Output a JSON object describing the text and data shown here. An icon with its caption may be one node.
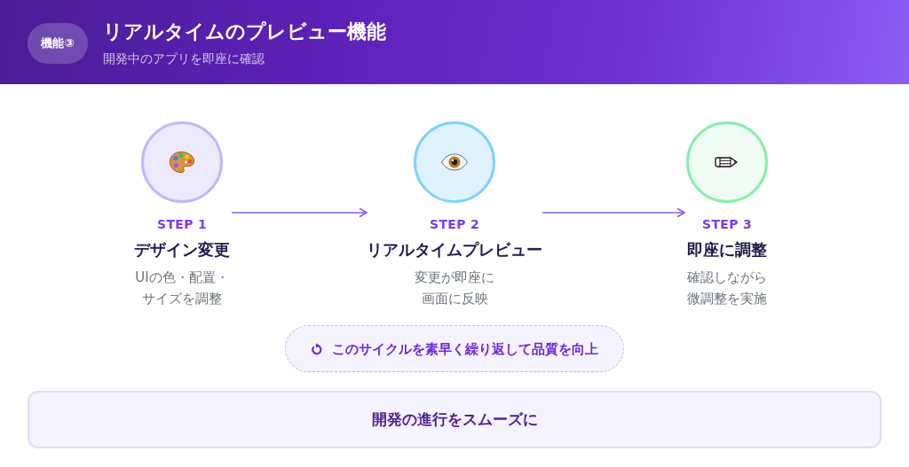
{
  "diagram": {
    "nodes": [
      {
        "text": [
          "リアルタイムのプレビュー機能",
          "開発中のアプリを即座に確認"
        ]
      },
      {
        "text": [
          "機能③"
        ],
        "in": 0
      },
      {
        "text": [
          "STEP 1",
          "デザイン変更",
          "UIの色・配置・サイズを調整"
        ]
      },
      {
        "text": [
          "STEP 2",
          "リアルタイムプレビュー",
          "変更が即座に画面に反映"
        ]
      },
      {
        "text": [
          "STEP 3",
          "即座に調整",
          "確認しながら微調整を実施"
        ]
      },
      {
        "text": [
          "このサイクルを素早く繰り返して品質を向上"
        ]
      },
      {
        "text": [
          "開発の進行をスムーズに"
        ]
      }
    ],
    "edges": [
      {
        "from": 2,
        "to": 3,
        "arrow": "to"
      },
      {
        "from": 3,
        "to": 4,
        "arrow": "to"
      }
    ]
  }
}
